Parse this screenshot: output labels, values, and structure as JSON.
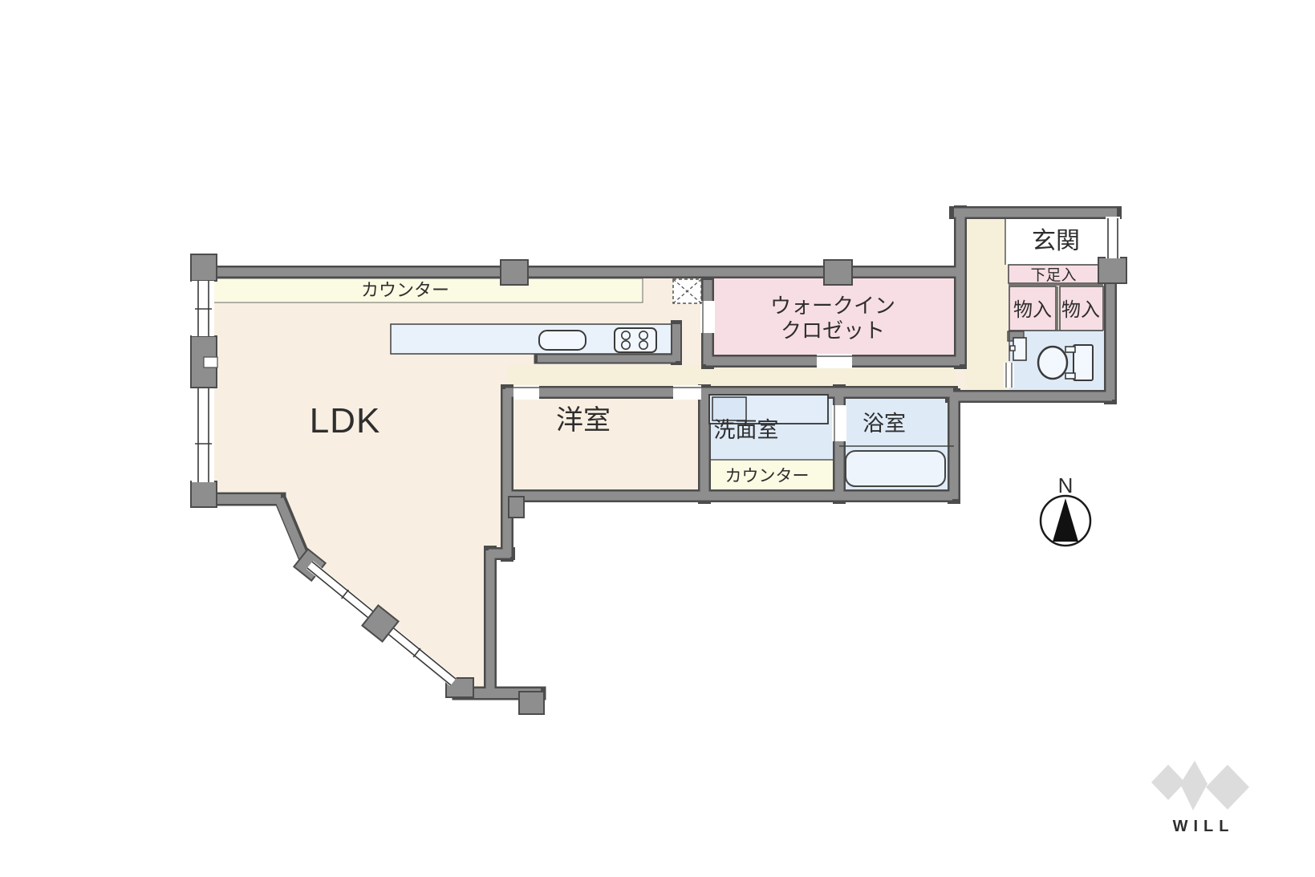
{
  "colors": {
    "floor_beige": "#f8efe2",
    "floor_hall": "#f6f0da",
    "closet_pink": "#f7dee4",
    "wet_blue": "#dfeaf7",
    "counter_yellow": "#fbfae3",
    "kitchen_blue": "#e9f1fb",
    "genkan_white": "#ffffff",
    "wall_gray": "#8e8e8e",
    "wall_outline": "#4c4c4c",
    "logo_gray": "#dcdcdc",
    "compass_black": "#111111"
  },
  "labels": {
    "counter_top": "カウンター",
    "ldk": "LDK",
    "western_room": "洋室",
    "wic_line1": "ウォークイン",
    "wic_line2": "クロゼット",
    "genkan": "玄関",
    "shoe_storage": "下足入",
    "storage_left": "物入",
    "storage_right": "物入",
    "washroom": "洗面室",
    "counter_wash": "カウンター",
    "bathroom": "浴室",
    "compass_n": "N",
    "logo_text": "WILL"
  }
}
